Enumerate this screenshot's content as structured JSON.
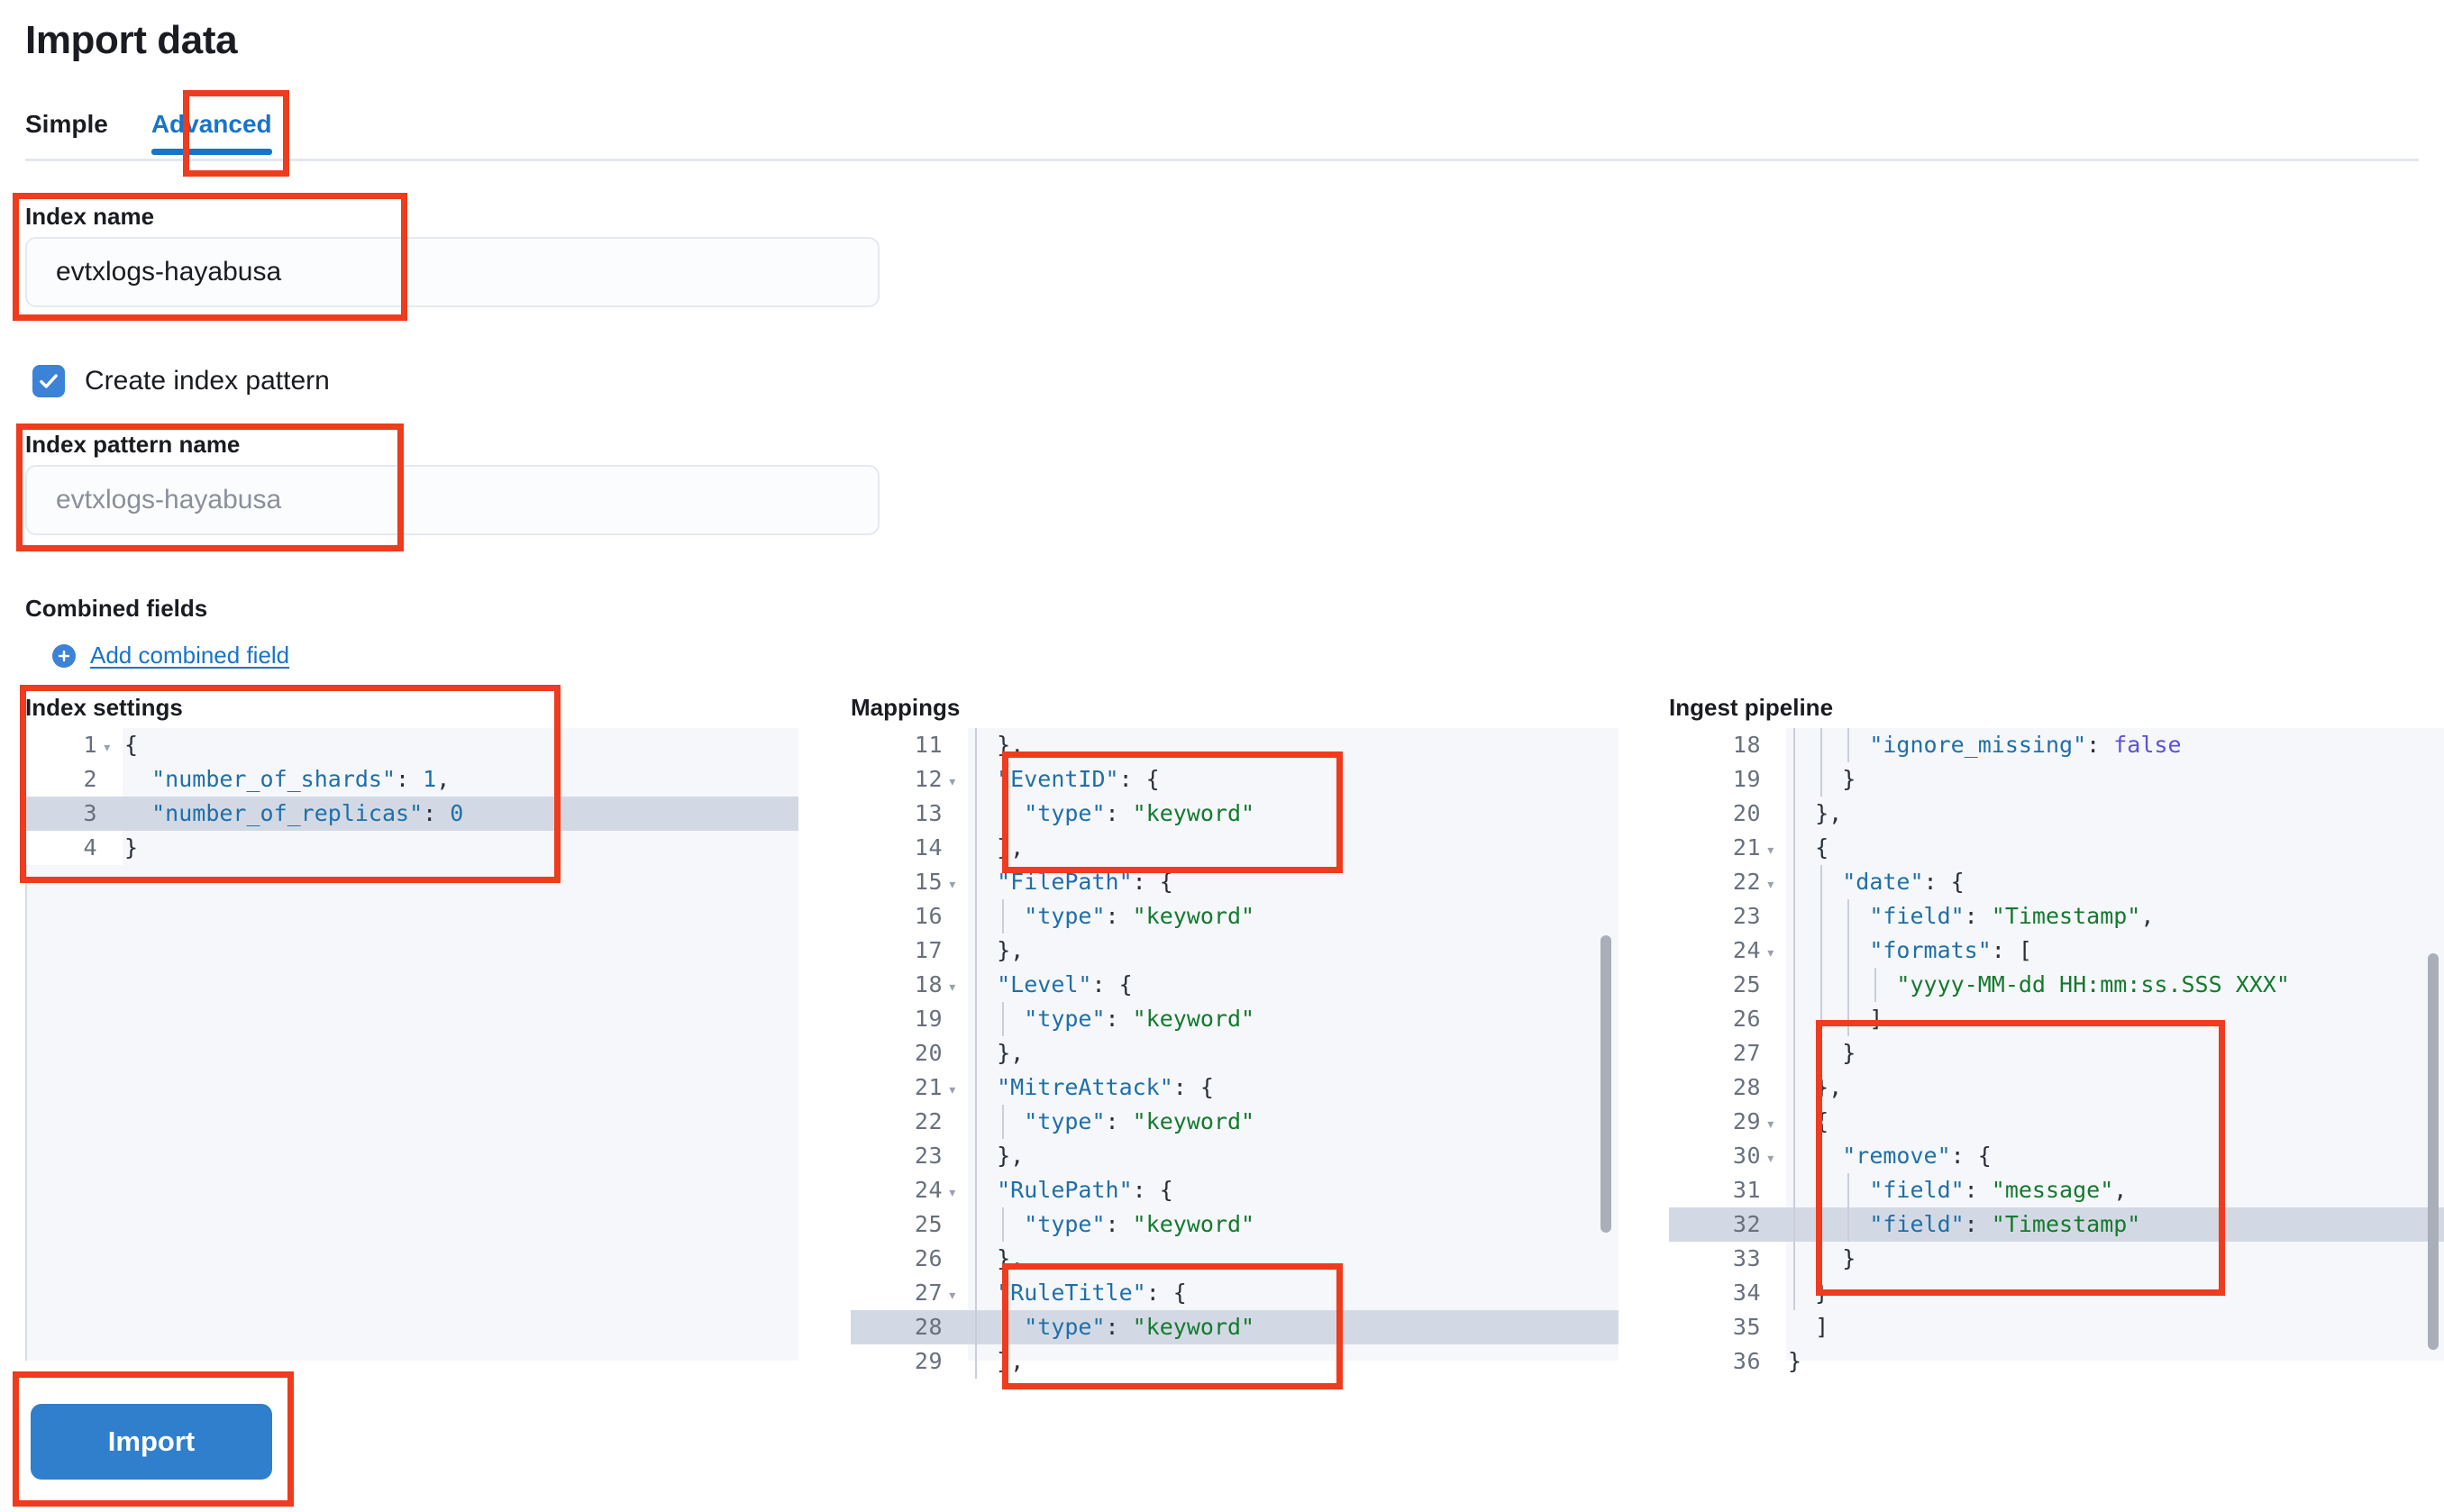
{
  "header": {
    "title": "Import data"
  },
  "tabs": [
    {
      "label": "Simple",
      "active": false
    },
    {
      "label": "Advanced",
      "active": true
    }
  ],
  "form": {
    "index_name_label": "Index name",
    "index_name_value": "evtxlogs-hayabusa",
    "create_index_pattern_label": "Create index pattern",
    "create_index_pattern_checked": true,
    "index_pattern_name_label": "Index pattern name",
    "index_pattern_name_placeholder": "evtxlogs-hayabusa",
    "combined_fields_label": "Combined fields",
    "add_combined_field_label": "Add combined field"
  },
  "panels": {
    "index_settings": {
      "title": "Index settings",
      "lines": [
        {
          "num": "1",
          "fold": true,
          "hl": false,
          "guides": 0,
          "tokens": [
            {
              "t": "{",
              "c": "p"
            }
          ]
        },
        {
          "num": "2",
          "fold": false,
          "hl": false,
          "guides": 0,
          "tokens": [
            {
              "t": "  ",
              "c": "p"
            },
            {
              "t": "\"number_of_shards\"",
              "c": "k"
            },
            {
              "t": ": ",
              "c": "p"
            },
            {
              "t": "1",
              "c": "n"
            },
            {
              "t": ",",
              "c": "p"
            }
          ]
        },
        {
          "num": "3",
          "fold": false,
          "hl": true,
          "guides": 0,
          "tokens": [
            {
              "t": "  ",
              "c": "p"
            },
            {
              "t": "\"number_of_replicas\"",
              "c": "k"
            },
            {
              "t": ": ",
              "c": "p"
            },
            {
              "t": "0",
              "c": "n"
            }
          ]
        },
        {
          "num": "4",
          "fold": false,
          "hl": false,
          "guides": 0,
          "tokens": [
            {
              "t": "}",
              "c": "p"
            }
          ]
        }
      ]
    },
    "mappings": {
      "title": "Mappings",
      "lines": [
        {
          "num": "11",
          "fold": false,
          "hl": false,
          "guides": 1,
          "tokens": [
            {
              "t": "  },",
              "c": "p"
            }
          ]
        },
        {
          "num": "12",
          "fold": true,
          "hl": false,
          "guides": 1,
          "tokens": [
            {
              "t": "  ",
              "c": "p"
            },
            {
              "t": "\"EventID\"",
              "c": "k"
            },
            {
              "t": ": {",
              "c": "p"
            }
          ]
        },
        {
          "num": "13",
          "fold": false,
          "hl": false,
          "guides": 2,
          "tokens": [
            {
              "t": "    ",
              "c": "p"
            },
            {
              "t": "\"type\"",
              "c": "k"
            },
            {
              "t": ": ",
              "c": "p"
            },
            {
              "t": "\"keyword\"",
              "c": "s"
            }
          ]
        },
        {
          "num": "14",
          "fold": false,
          "hl": false,
          "guides": 1,
          "tokens": [
            {
              "t": "  },",
              "c": "p"
            }
          ]
        },
        {
          "num": "15",
          "fold": true,
          "hl": false,
          "guides": 1,
          "tokens": [
            {
              "t": "  ",
              "c": "p"
            },
            {
              "t": "\"FilePath\"",
              "c": "k"
            },
            {
              "t": ": {",
              "c": "p"
            }
          ]
        },
        {
          "num": "16",
          "fold": false,
          "hl": false,
          "guides": 2,
          "tokens": [
            {
              "t": "    ",
              "c": "p"
            },
            {
              "t": "\"type\"",
              "c": "k"
            },
            {
              "t": ": ",
              "c": "p"
            },
            {
              "t": "\"keyword\"",
              "c": "s"
            }
          ]
        },
        {
          "num": "17",
          "fold": false,
          "hl": false,
          "guides": 1,
          "tokens": [
            {
              "t": "  },",
              "c": "p"
            }
          ]
        },
        {
          "num": "18",
          "fold": true,
          "hl": false,
          "guides": 1,
          "tokens": [
            {
              "t": "  ",
              "c": "p"
            },
            {
              "t": "\"Level\"",
              "c": "k"
            },
            {
              "t": ": {",
              "c": "p"
            }
          ]
        },
        {
          "num": "19",
          "fold": false,
          "hl": false,
          "guides": 2,
          "tokens": [
            {
              "t": "    ",
              "c": "p"
            },
            {
              "t": "\"type\"",
              "c": "k"
            },
            {
              "t": ": ",
              "c": "p"
            },
            {
              "t": "\"keyword\"",
              "c": "s"
            }
          ]
        },
        {
          "num": "20",
          "fold": false,
          "hl": false,
          "guides": 1,
          "tokens": [
            {
              "t": "  },",
              "c": "p"
            }
          ]
        },
        {
          "num": "21",
          "fold": true,
          "hl": false,
          "guides": 1,
          "tokens": [
            {
              "t": "  ",
              "c": "p"
            },
            {
              "t": "\"MitreAttack\"",
              "c": "k"
            },
            {
              "t": ": {",
              "c": "p"
            }
          ]
        },
        {
          "num": "22",
          "fold": false,
          "hl": false,
          "guides": 2,
          "tokens": [
            {
              "t": "    ",
              "c": "p"
            },
            {
              "t": "\"type\"",
              "c": "k"
            },
            {
              "t": ": ",
              "c": "p"
            },
            {
              "t": "\"keyword\"",
              "c": "s"
            }
          ]
        },
        {
          "num": "23",
          "fold": false,
          "hl": false,
          "guides": 1,
          "tokens": [
            {
              "t": "  },",
              "c": "p"
            }
          ]
        },
        {
          "num": "24",
          "fold": true,
          "hl": false,
          "guides": 1,
          "tokens": [
            {
              "t": "  ",
              "c": "p"
            },
            {
              "t": "\"RulePath\"",
              "c": "k"
            },
            {
              "t": ": {",
              "c": "p"
            }
          ]
        },
        {
          "num": "25",
          "fold": false,
          "hl": false,
          "guides": 2,
          "tokens": [
            {
              "t": "    ",
              "c": "p"
            },
            {
              "t": "\"type\"",
              "c": "k"
            },
            {
              "t": ": ",
              "c": "p"
            },
            {
              "t": "\"keyword\"",
              "c": "s"
            }
          ]
        },
        {
          "num": "26",
          "fold": false,
          "hl": false,
          "guides": 1,
          "tokens": [
            {
              "t": "  },",
              "c": "p"
            }
          ]
        },
        {
          "num": "27",
          "fold": true,
          "hl": false,
          "guides": 1,
          "tokens": [
            {
              "t": "  ",
              "c": "p"
            },
            {
              "t": "\"RuleTitle\"",
              "c": "k"
            },
            {
              "t": ": {",
              "c": "p"
            }
          ]
        },
        {
          "num": "28",
          "fold": false,
          "hl": true,
          "guides": 2,
          "tokens": [
            {
              "t": "    ",
              "c": "p"
            },
            {
              "t": "\"type\"",
              "c": "k"
            },
            {
              "t": ": ",
              "c": "p"
            },
            {
              "t": "\"keyword\"",
              "c": "s"
            }
          ]
        },
        {
          "num": "29",
          "fold": false,
          "hl": false,
          "guides": 1,
          "tokens": [
            {
              "t": "  },",
              "c": "p"
            }
          ]
        }
      ]
    },
    "ingest_pipeline": {
      "title": "Ingest pipeline",
      "lines": [
        {
          "num": "18",
          "fold": false,
          "hl": false,
          "guides": 3,
          "tokens": [
            {
              "t": "      ",
              "c": "p"
            },
            {
              "t": "\"ignore_missing\"",
              "c": "k"
            },
            {
              "t": ": ",
              "c": "p"
            },
            {
              "t": "false",
              "c": "b"
            }
          ]
        },
        {
          "num": "19",
          "fold": false,
          "hl": false,
          "guides": 2,
          "tokens": [
            {
              "t": "    }",
              "c": "p"
            }
          ]
        },
        {
          "num": "20",
          "fold": false,
          "hl": false,
          "guides": 1,
          "tokens": [
            {
              "t": "  },",
              "c": "p"
            }
          ]
        },
        {
          "num": "21",
          "fold": true,
          "hl": false,
          "guides": 1,
          "tokens": [
            {
              "t": "  {",
              "c": "p"
            }
          ]
        },
        {
          "num": "22",
          "fold": true,
          "hl": false,
          "guides": 2,
          "tokens": [
            {
              "t": "    ",
              "c": "p"
            },
            {
              "t": "\"date\"",
              "c": "k"
            },
            {
              "t": ": {",
              "c": "p"
            }
          ]
        },
        {
          "num": "23",
          "fold": false,
          "hl": false,
          "guides": 3,
          "tokens": [
            {
              "t": "      ",
              "c": "p"
            },
            {
              "t": "\"field\"",
              "c": "k"
            },
            {
              "t": ": ",
              "c": "p"
            },
            {
              "t": "\"Timestamp\"",
              "c": "s"
            },
            {
              "t": ",",
              "c": "p"
            }
          ]
        },
        {
          "num": "24",
          "fold": true,
          "hl": false,
          "guides": 3,
          "tokens": [
            {
              "t": "      ",
              "c": "p"
            },
            {
              "t": "\"formats\"",
              "c": "k"
            },
            {
              "t": ": [",
              "c": "p"
            }
          ]
        },
        {
          "num": "25",
          "fold": false,
          "hl": false,
          "guides": 4,
          "tokens": [
            {
              "t": "        ",
              "c": "p"
            },
            {
              "t": "\"yyyy-MM-dd HH:mm:ss.SSS XXX\"",
              "c": "s"
            }
          ]
        },
        {
          "num": "26",
          "fold": false,
          "hl": false,
          "guides": 3,
          "tokens": [
            {
              "t": "      ]",
              "c": "p"
            }
          ]
        },
        {
          "num": "27",
          "fold": false,
          "hl": false,
          "guides": 2,
          "tokens": [
            {
              "t": "    }",
              "c": "p"
            }
          ]
        },
        {
          "num": "28",
          "fold": false,
          "hl": false,
          "guides": 1,
          "tokens": [
            {
              "t": "  },",
              "c": "p"
            }
          ]
        },
        {
          "num": "29",
          "fold": true,
          "hl": false,
          "guides": 1,
          "tokens": [
            {
              "t": "  {",
              "c": "p"
            }
          ]
        },
        {
          "num": "30",
          "fold": true,
          "hl": false,
          "guides": 2,
          "tokens": [
            {
              "t": "    ",
              "c": "p"
            },
            {
              "t": "\"remove\"",
              "c": "k"
            },
            {
              "t": ": {",
              "c": "p"
            }
          ]
        },
        {
          "num": "31",
          "fold": false,
          "hl": false,
          "guides": 3,
          "tokens": [
            {
              "t": "      ",
              "c": "p"
            },
            {
              "t": "\"field\"",
              "c": "k"
            },
            {
              "t": ": ",
              "c": "p"
            },
            {
              "t": "\"message\"",
              "c": "s"
            },
            {
              "t": ",",
              "c": "p"
            }
          ]
        },
        {
          "num": "32",
          "fold": false,
          "hl": true,
          "guides": 3,
          "tokens": [
            {
              "t": "      ",
              "c": "p"
            },
            {
              "t": "\"field\"",
              "c": "k"
            },
            {
              "t": ": ",
              "c": "p"
            },
            {
              "t": "\"Timestamp\"",
              "c": "s"
            }
          ]
        },
        {
          "num": "33",
          "fold": false,
          "hl": false,
          "guides": 2,
          "tokens": [
            {
              "t": "    }",
              "c": "p"
            }
          ]
        },
        {
          "num": "34",
          "fold": false,
          "hl": false,
          "guides": 1,
          "tokens": [
            {
              "t": "  }",
              "c": "p"
            }
          ]
        },
        {
          "num": "35",
          "fold": false,
          "hl": false,
          "guides": 0,
          "tokens": [
            {
              "t": "  ]",
              "c": "p"
            }
          ]
        },
        {
          "num": "36",
          "fold": false,
          "hl": false,
          "guides": 0,
          "tokens": [
            {
              "t": "}",
              "c": "p"
            }
          ]
        }
      ]
    }
  },
  "actions": {
    "import_label": "Import"
  },
  "colors": {
    "accent": "#1a73c9",
    "button": "#2f7fcd",
    "annotation": "#ef3b1e",
    "checkbox": "#3c82d6",
    "code_key": "#1f6fa8",
    "code_string": "#147a2e",
    "code_boolean": "#5b4fdb",
    "editor_bg": "#f5f7fa",
    "highlight_row": "#d3d9e4"
  }
}
